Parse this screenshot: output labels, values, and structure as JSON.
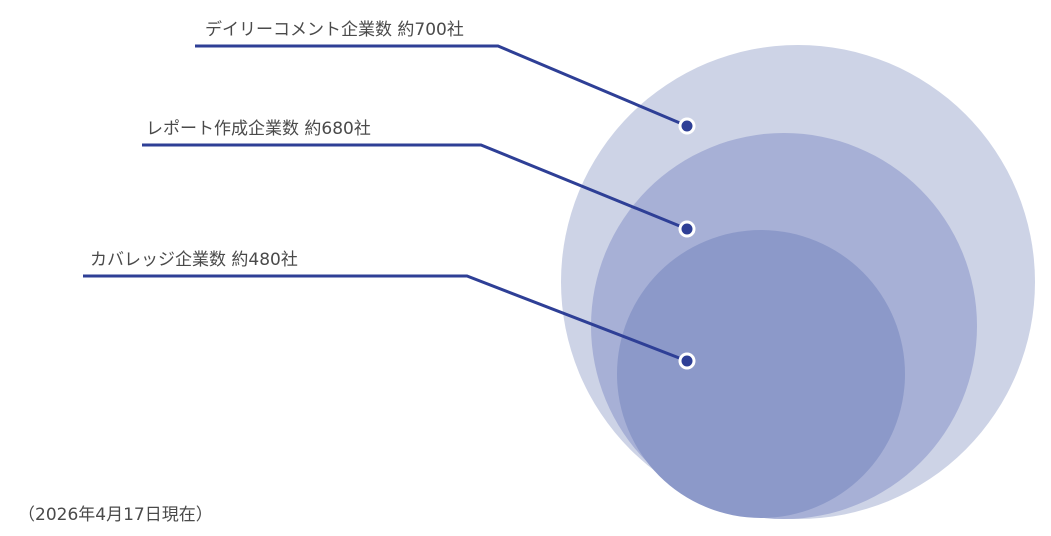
{
  "labels": [
    {
      "text": "デイリーコメント企業数 約700社",
      "count": 700
    },
    {
      "text": "レポート作成企業数 約680社",
      "count": 680
    },
    {
      "text": "カバレッジ企業数 約480社",
      "count": 480
    }
  ],
  "note": "（2026年4月17日現在）",
  "colors": {
    "outer": "#cdd3e6",
    "middle": "#a7b0d6",
    "inner": "#8c99c9",
    "line": "#2e3f96"
  }
}
